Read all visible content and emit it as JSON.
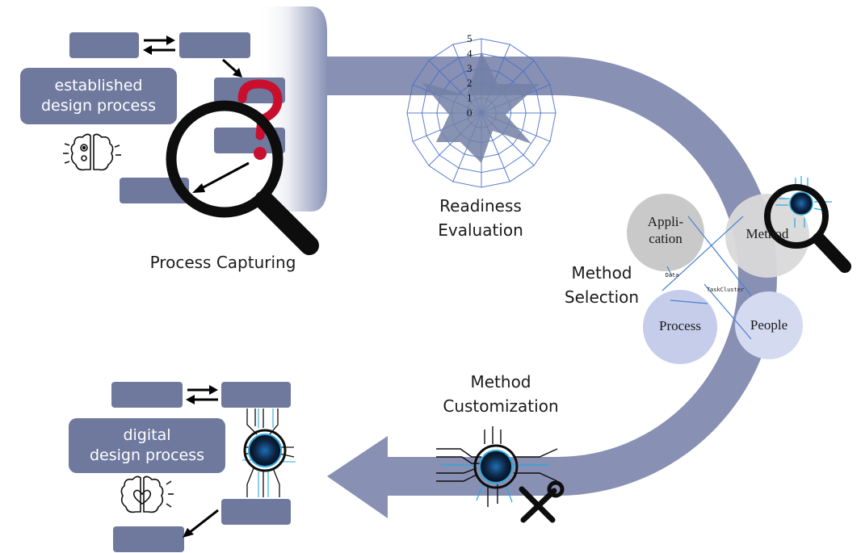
{
  "colors": {
    "flow": "#7781a8",
    "box": "#6f799e",
    "black": "#0d0d0d",
    "red": "#c8102e",
    "circle_application": "#c9c9c9",
    "circle_method": "#d9d9d9",
    "circle_process": "#c5cdea",
    "circle_people": "#d4daf0",
    "radar_fill": "#7380a6",
    "chip_glow": "#29a8e0"
  },
  "left_top": {
    "box_label_line1": "established",
    "box_label_line2": "design process",
    "icon": "brain-gears-icon"
  },
  "left_bottom": {
    "box_label_line1": "digital",
    "box_label_line2": "design process",
    "icon": "brain-heart-icon"
  },
  "steps": {
    "capturing": "Process Capturing",
    "readiness_line1": "Readiness",
    "readiness_line2": "Evaluation",
    "selection_line1": "Method",
    "selection_line2": "Selection",
    "customization_line1": "Method",
    "customization_line2": "Customization"
  },
  "radar": {
    "ticks": [
      "5",
      "4",
      "3",
      "2",
      "1",
      "0"
    ]
  },
  "selection": {
    "application_line1": "Appli-",
    "application_line2": "cation",
    "method": "Method",
    "process": "Process",
    "people": "People",
    "tag_data": "Data",
    "tag_taskcluster": "TaskCluster"
  }
}
